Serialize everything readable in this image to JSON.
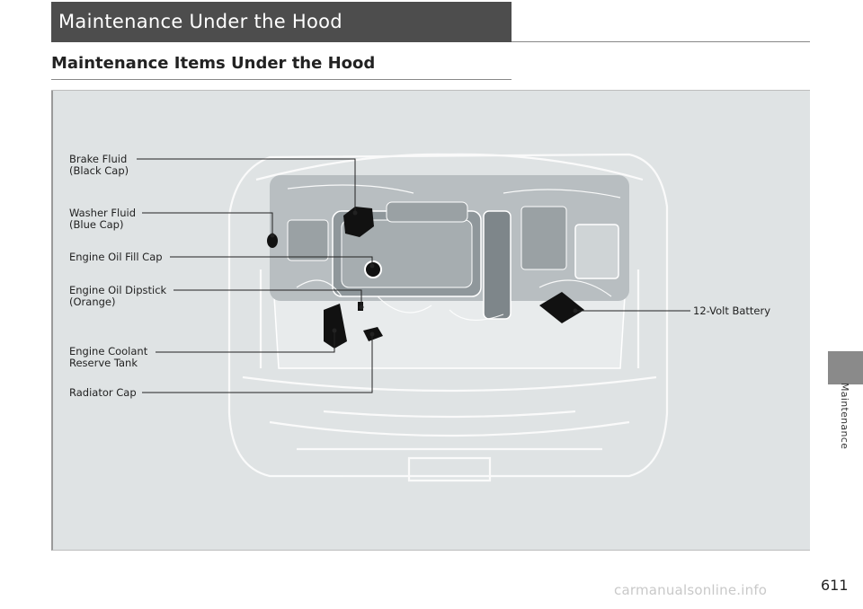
{
  "header": {
    "section_title": "Maintenance Under the Hood",
    "subsection_title": "Maintenance Items Under the Hood"
  },
  "diagram": {
    "callouts": [
      {
        "id": "brake-fluid",
        "label": "Brake Fluid\n(Black Cap)"
      },
      {
        "id": "washer-fluid",
        "label": "Washer Fluid\n(Blue Cap)"
      },
      {
        "id": "engine-oil-fill-cap",
        "label": "Engine Oil Fill Cap"
      },
      {
        "id": "engine-oil-dipstick",
        "label": "Engine Oil Dipstick\n(Orange)"
      },
      {
        "id": "engine-coolant",
        "label": "Engine Coolant\nReserve Tank"
      },
      {
        "id": "radiator-cap",
        "label": "Radiator Cap"
      },
      {
        "id": "battery",
        "label": "12-Volt Battery"
      }
    ]
  },
  "sidebar": {
    "tab_label": "Maintenance"
  },
  "footer": {
    "page_number": "611",
    "watermark": "carmanualsonline.info"
  }
}
